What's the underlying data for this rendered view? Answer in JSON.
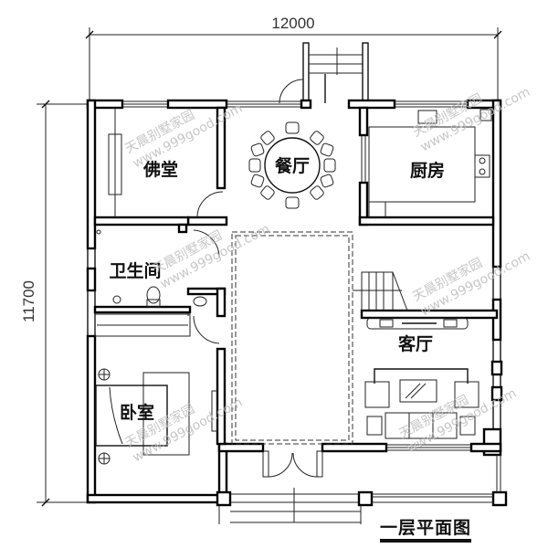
{
  "drawing": {
    "title": "一层平面图",
    "dimensions": {
      "width_label": "12000",
      "height_label": "11700"
    },
    "rooms": [
      {
        "id": "buddha-hall",
        "label": "佛堂"
      },
      {
        "id": "dining-room",
        "label": "餐厅"
      },
      {
        "id": "kitchen",
        "label": "厨房"
      },
      {
        "id": "bathroom",
        "label": "卫生间"
      },
      {
        "id": "living-room",
        "label": "客厅"
      },
      {
        "id": "bedroom",
        "label": "卧室"
      }
    ],
    "watermark": {
      "brand": "天晨别墅家园",
      "url": "www.999good.com"
    }
  },
  "colors": {
    "wall": "#000000",
    "background": "#ffffff",
    "watermark": "#bdbdbd"
  }
}
